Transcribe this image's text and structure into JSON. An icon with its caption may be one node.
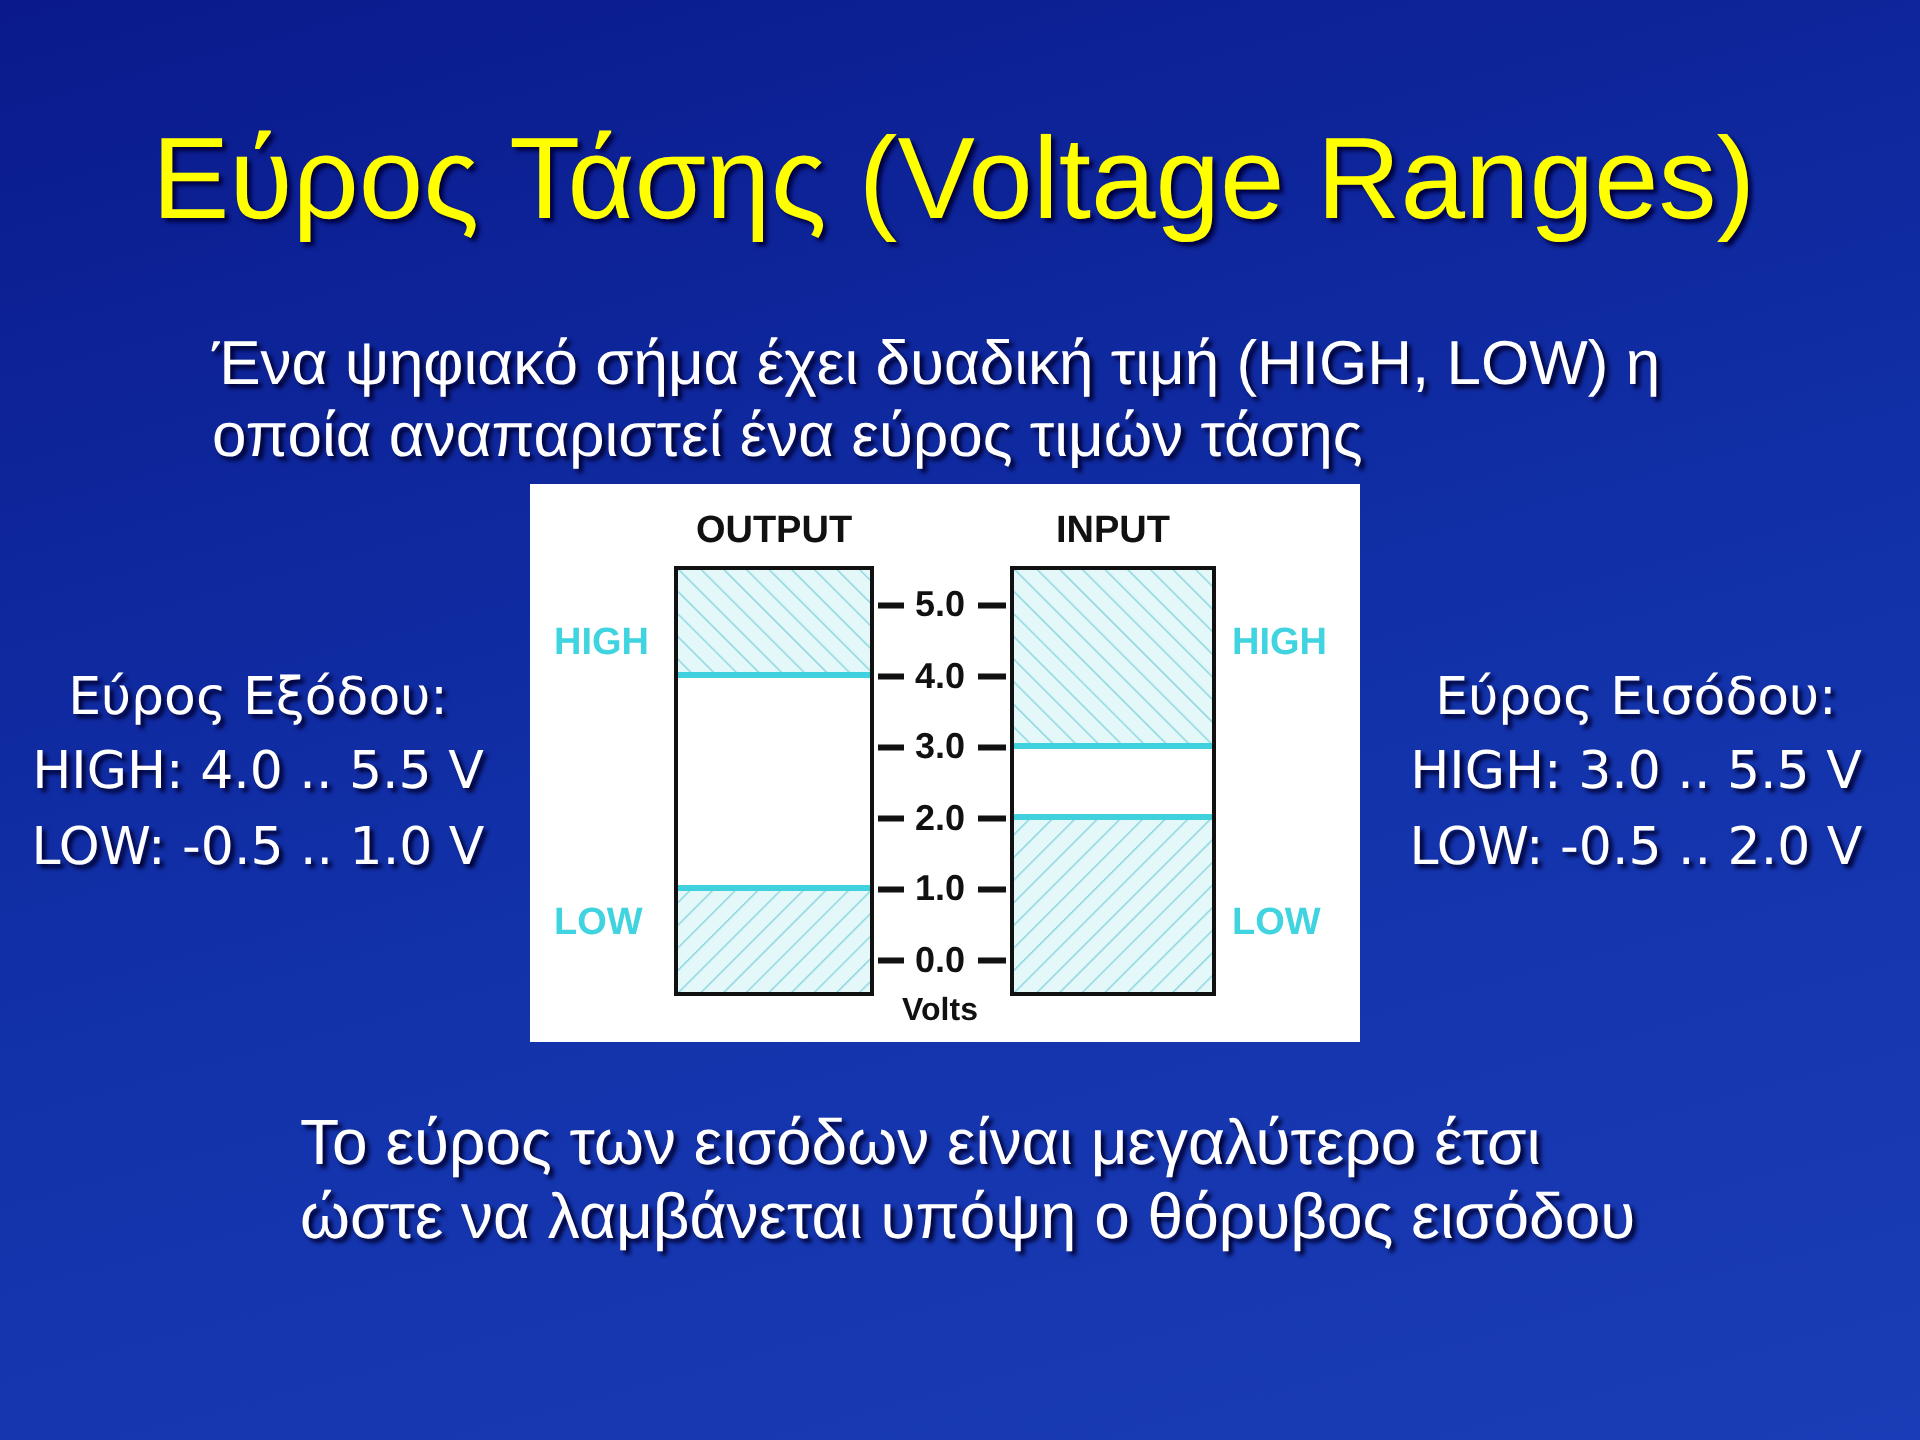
{
  "diagram": {
    "title": "Εύρος Τάσης (Voltage Ranges)",
    "nodes": [
      {
        "text": [
          "OUTPUT"
        ],
        "beside": [
          "HIGH",
          "LOW"
        ]
      },
      {
        "text": [
          "INPUT"
        ],
        "beside": [
          "HIGH",
          "LOW"
        ]
      }
    ],
    "edges": [],
    "labels": [
      "Ένα ψηφιακό σήμα έχει δυαδική τιμή (HIGH, LOW) η οποία αναπαριστεί ένα εύρος τιμών τάσης",
      "Εύρος Εξόδου:",
      "HIGH: 4.0 .. 5.5 V",
      "LOW: -0.5 .. 1.0 V",
      "5.0",
      "4.0",
      "3.0",
      "2.0",
      "1.0",
      "0.0",
      "Volts",
      "Εύρος Εισόδου:",
      "HIGH: 3.0 .. 5.5 V",
      "LOW: -0.5 .. 2.0 V",
      "Το εύρος των εισόδων είναι μεγαλύτερο έτσι ώστε να λαμβάνεται υπόψη ο θόρυβος εισόδου"
    ]
  }
}
